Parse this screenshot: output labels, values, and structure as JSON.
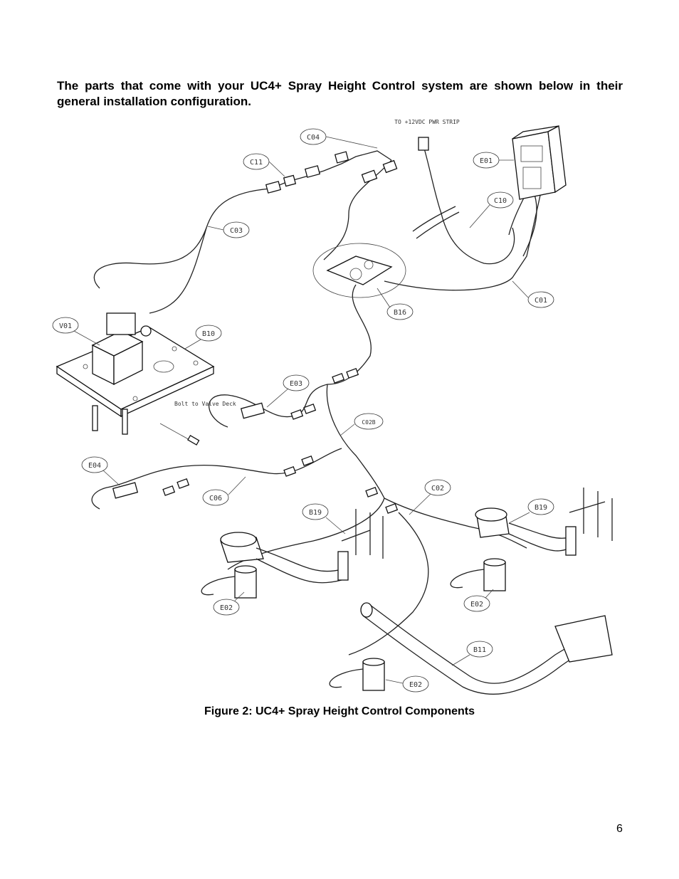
{
  "intro_text": "The parts that come with your UC4+ Spray Height Control system are shown below in their general installation configuration.",
  "figure": {
    "callouts": [
      "C04",
      "C11",
      "C03",
      "E01",
      "C10",
      "C01",
      "B16",
      "V01",
      "B10",
      "E03",
      "C02B",
      "E04",
      "C06",
      "C02",
      "B19",
      "B19",
      "E02",
      "E02",
      "E02",
      "B11"
    ],
    "power_note": "TO +12VDC PWR STRIP",
    "valve_note": "Bolt to Valve Deck"
  },
  "caption": "Figure 2: UC4+ Spray Height Control Components",
  "page_number": "6"
}
